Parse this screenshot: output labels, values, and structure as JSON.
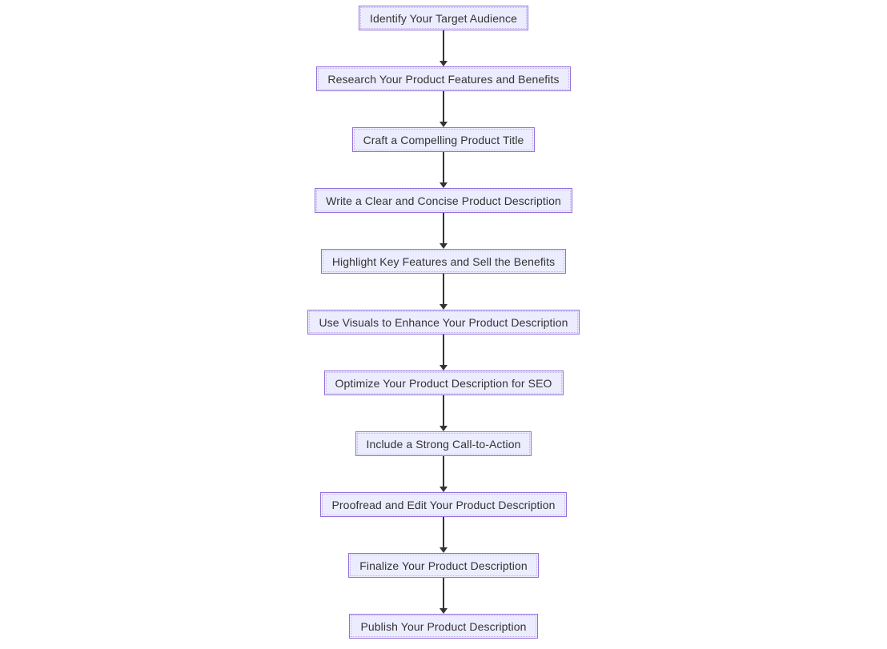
{
  "diagram": {
    "type": "flowchart",
    "direction": "top-down",
    "nodes": [
      {
        "label": "Identify Your Target Audience"
      },
      {
        "label": "Research Your Product Features and Benefits"
      },
      {
        "label": "Craft a Compelling Product Title"
      },
      {
        "label": "Write a Clear and Concise Product Description"
      },
      {
        "label": "Highlight Key Features and Sell the Benefits"
      },
      {
        "label": "Use Visuals to Enhance Your Product Description"
      },
      {
        "label": "Optimize Your Product Description for SEO"
      },
      {
        "label": "Include a Strong Call-to-Action"
      },
      {
        "label": "Proofread and Edit Your Product Description"
      },
      {
        "label": "Finalize Your Product Description"
      },
      {
        "label": "Publish Your Product Description"
      }
    ],
    "edges": [
      {
        "from": 0,
        "to": 1
      },
      {
        "from": 1,
        "to": 2
      },
      {
        "from": 2,
        "to": 3
      },
      {
        "from": 3,
        "to": 4
      },
      {
        "from": 4,
        "to": 5
      },
      {
        "from": 5,
        "to": 6
      },
      {
        "from": 6,
        "to": 7
      },
      {
        "from": 7,
        "to": 8
      },
      {
        "from": 8,
        "to": 9
      },
      {
        "from": 9,
        "to": 10
      }
    ]
  },
  "colors": {
    "node_fill": "#ECECFF",
    "node_border": "#9370DB",
    "node_text": "#333333",
    "arrow": "#333333",
    "background": "#FFFFFF"
  }
}
